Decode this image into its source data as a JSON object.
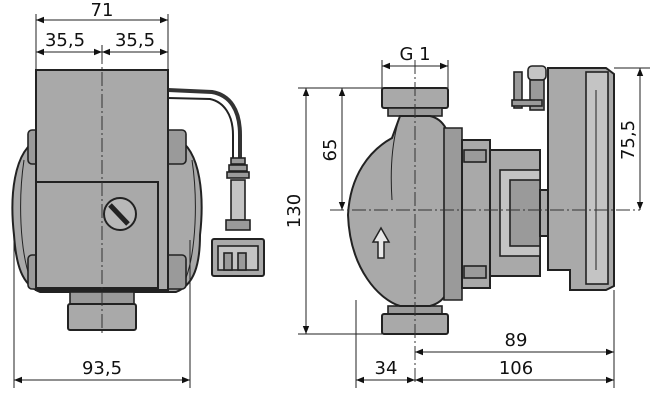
{
  "dimensions": {
    "front_width_total": "71",
    "front_half_left": "35,5",
    "front_half_right": "35,5",
    "front_overall_width": "93,5",
    "thread": "G 1",
    "motor_offset": "65",
    "port_to_port": "130",
    "motor_height": "75,5",
    "inlet_offset": "34",
    "motor_length": "89",
    "overall_length": "106"
  },
  "colors": {
    "body": "#a9a9a9",
    "line": "#222222",
    "background": "#ffffff"
  },
  "icons": {
    "flow_arrow": "up-arrow-icon",
    "dial": "slotted-dial-icon"
  }
}
